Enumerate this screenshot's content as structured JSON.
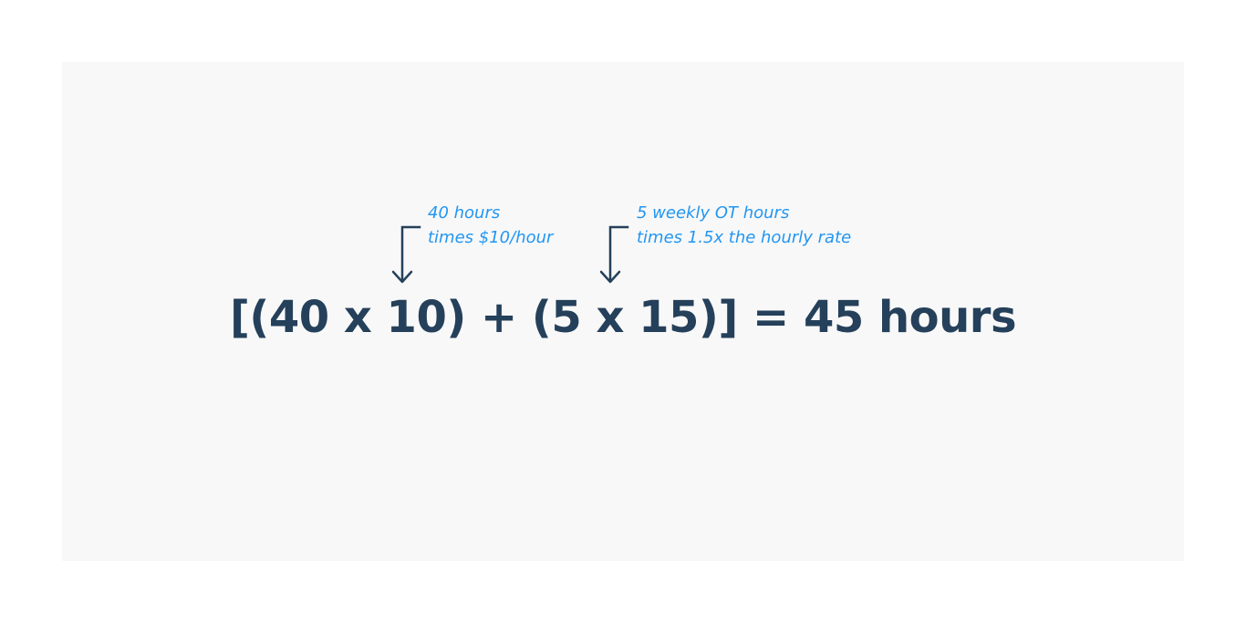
{
  "formula": "[(40 x 10) + (5 x 15)] = 45 hours",
  "annotations": [
    {
      "line1": "40 hours",
      "line2": "times $10/hour"
    },
    {
      "line1": "5 weekly OT hours",
      "line2": "times 1.5x the hourly rate"
    }
  ],
  "colors": {
    "formula": "#25405a",
    "annotation": "#2196f3",
    "arrow": "#25405a",
    "panel": "#f8f8f8"
  }
}
